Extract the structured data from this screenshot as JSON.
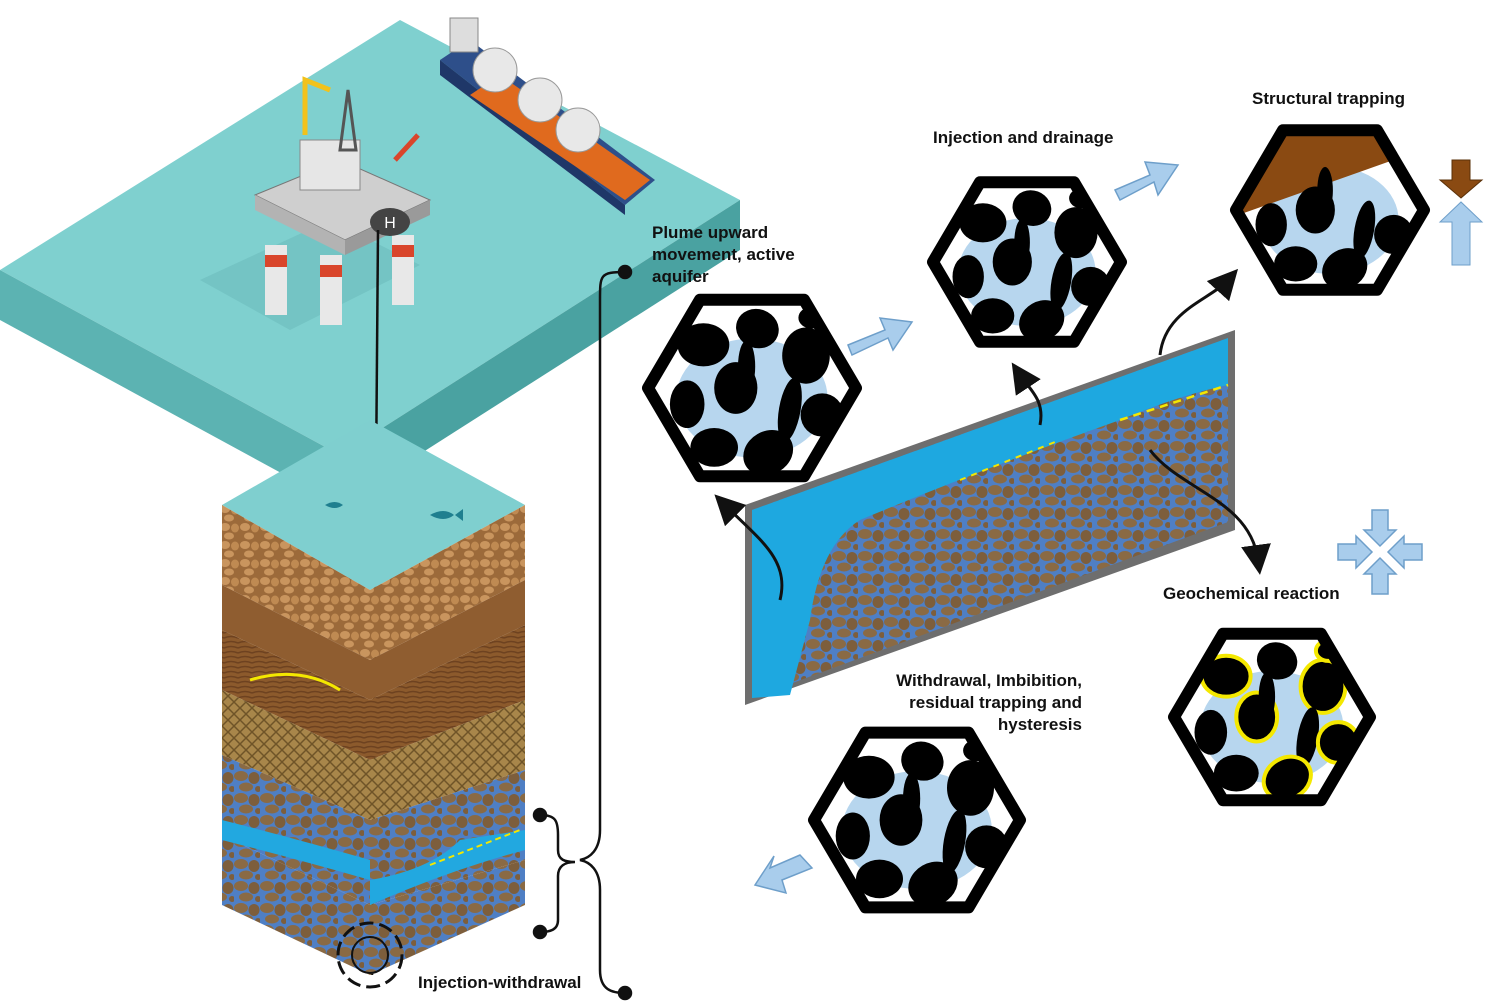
{
  "labels": {
    "plume": "Plume upward movement, active aquifer",
    "injection_drainage": "Injection and drainage",
    "structural_trapping": "Structural trapping",
    "geochemical_reaction": "Geochemical reaction",
    "withdrawal_line1": "Withdrawal, Imbibition,",
    "withdrawal_line2": "residual trapping and",
    "withdrawal_line3": "hysteresis",
    "injection_withdrawal": "Injection-withdrawal"
  },
  "icons": {
    "platform": "offshore-platform-icon",
    "ship": "lng-tanker-icon",
    "pore": "pore-hexagon-icon",
    "arrow": "blue-flow-arrow-icon",
    "pressure": "pressure-arrows-icon"
  },
  "colors": {
    "sea": "#7fcfcf",
    "gas": "#b7d6ee",
    "water_plume": "#1ea8e0",
    "rock": "#8a6a44",
    "mineral_rim": "#f4e800",
    "caprock": "#8a4a12"
  }
}
